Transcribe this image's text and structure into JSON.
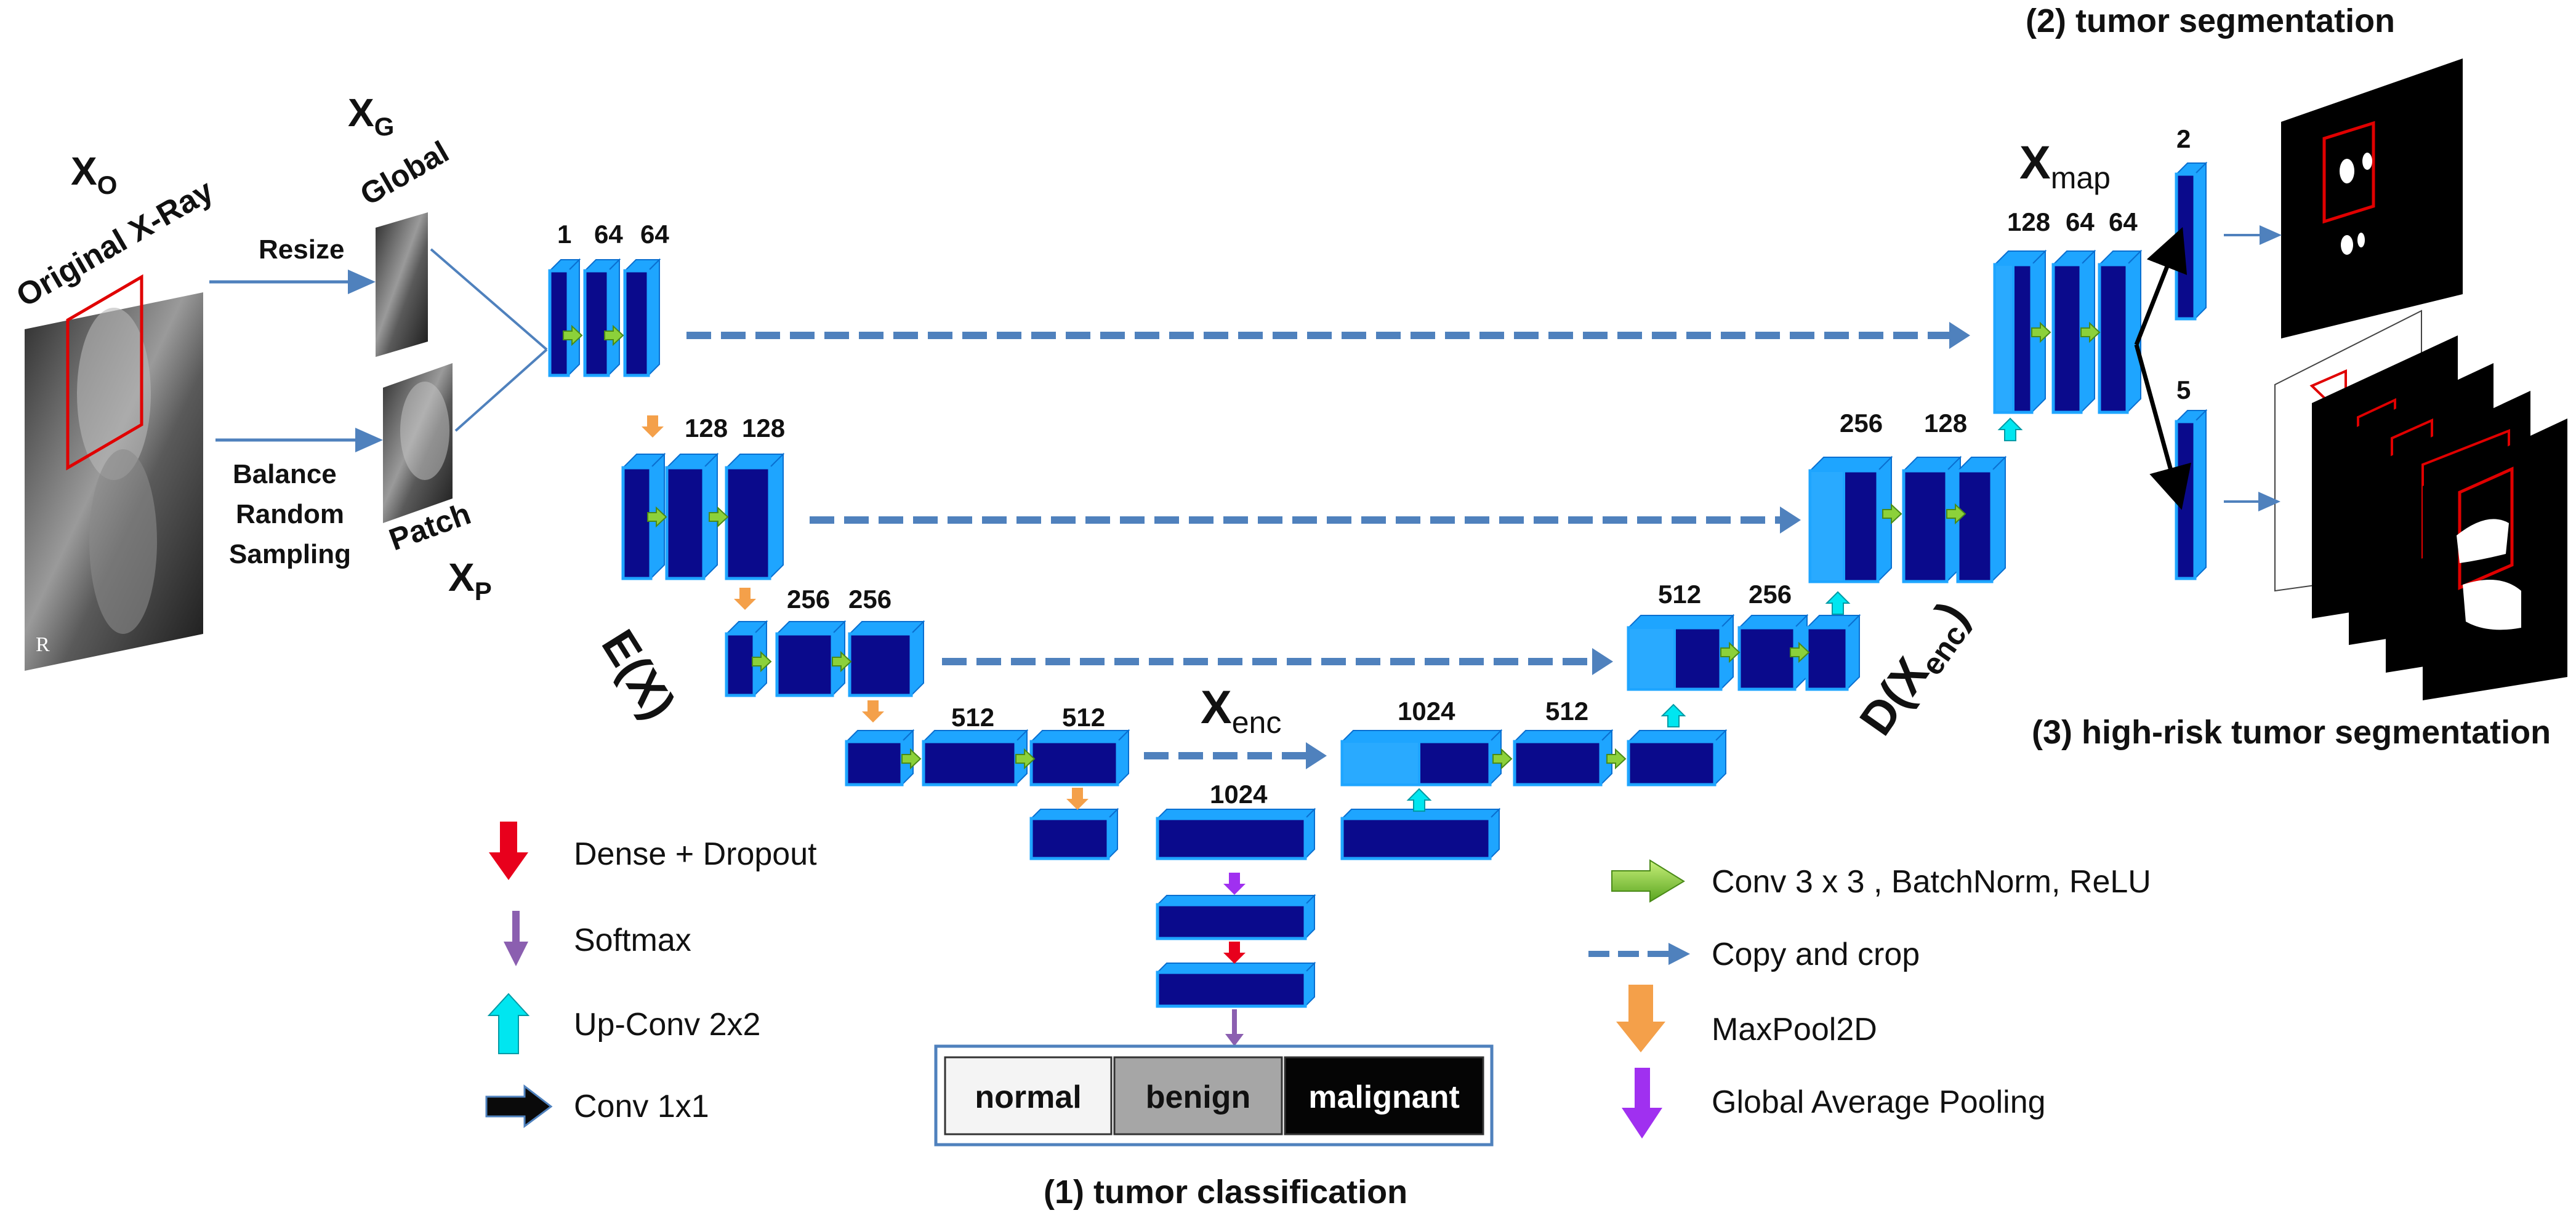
{
  "titles": {
    "classification": "(1) tumor  classification",
    "segmentation": "(2) tumor  segmentation",
    "highrisk": "(3) high-risk tumor segmentation"
  },
  "inputs": {
    "xo": "X",
    "xo_sub": "O",
    "original_label": "Original X-Ray",
    "xg": "X",
    "xg_sub": "G",
    "global_label": "Global",
    "xp": "X",
    "xp_sub": "P",
    "patch_label": "Patch",
    "resize_label": "Resize",
    "sampling_line1": "Balance",
    "sampling_line2": "Random",
    "sampling_line3": "Sampling",
    "xray_marker": "R"
  },
  "network": {
    "encoder_label": "E(X)",
    "decoder_label_main": "D(X",
    "decoder_label_sub": "enc",
    "decoder_label_close": ")",
    "xenc": "X",
    "xenc_sub": "enc",
    "xmap": "X",
    "xmap_sub": "map",
    "enc1": [
      "1",
      "64",
      "64"
    ],
    "enc2": [
      "128",
      "128"
    ],
    "enc3": [
      "256",
      "256"
    ],
    "enc4": [
      "512",
      "512"
    ],
    "bottleneck": "1024",
    "dec4": [
      "1024",
      "512"
    ],
    "dec3": [
      "512",
      "256"
    ],
    "dec2": [
      "256",
      "128"
    ],
    "dec1": [
      "128",
      "64",
      "64"
    ],
    "out_seg": "2",
    "out_highrisk": "5"
  },
  "classes": [
    "normal",
    "benign",
    "malignant"
  ],
  "legend_left": [
    {
      "icon": "red-down-arrow-icon",
      "label": "Dense + Dropout"
    },
    {
      "icon": "purple-down-arrow-icon",
      "label": "Softmax"
    },
    {
      "icon": "cyan-up-arrow-icon",
      "label": "Up-Conv 2x2"
    },
    {
      "icon": "black-right-arrow-icon",
      "label": "Conv 1x1"
    }
  ],
  "legend_right": [
    {
      "icon": "green-right-arrow-icon",
      "label": "Conv 3 x 3 , BatchNorm, ReLU"
    },
    {
      "icon": "dashed-arrow-icon",
      "label": "Copy and crop"
    },
    {
      "icon": "orange-down-arrow-icon",
      "label": "MaxPool2D"
    },
    {
      "icon": "violet-down-arrow-icon",
      "label": "Global Average Pooling"
    }
  ],
  "colors": {
    "block_front": "#0a0a8c",
    "block_edge": "#1ea5ff",
    "block_light": "#29aaff",
    "copy_arrow": "#4f81bd",
    "input_line": "#4f81bd",
    "conv_arrow": "#8cd13a",
    "pool_arrow": "#f4a04a",
    "upconv_arrow": "#00e6f0",
    "dense_arrow": "#e8001c",
    "softmax_arrow": "#8b5fb0",
    "gap_arrow": "#a030f0",
    "box_red": "#e00000"
  }
}
